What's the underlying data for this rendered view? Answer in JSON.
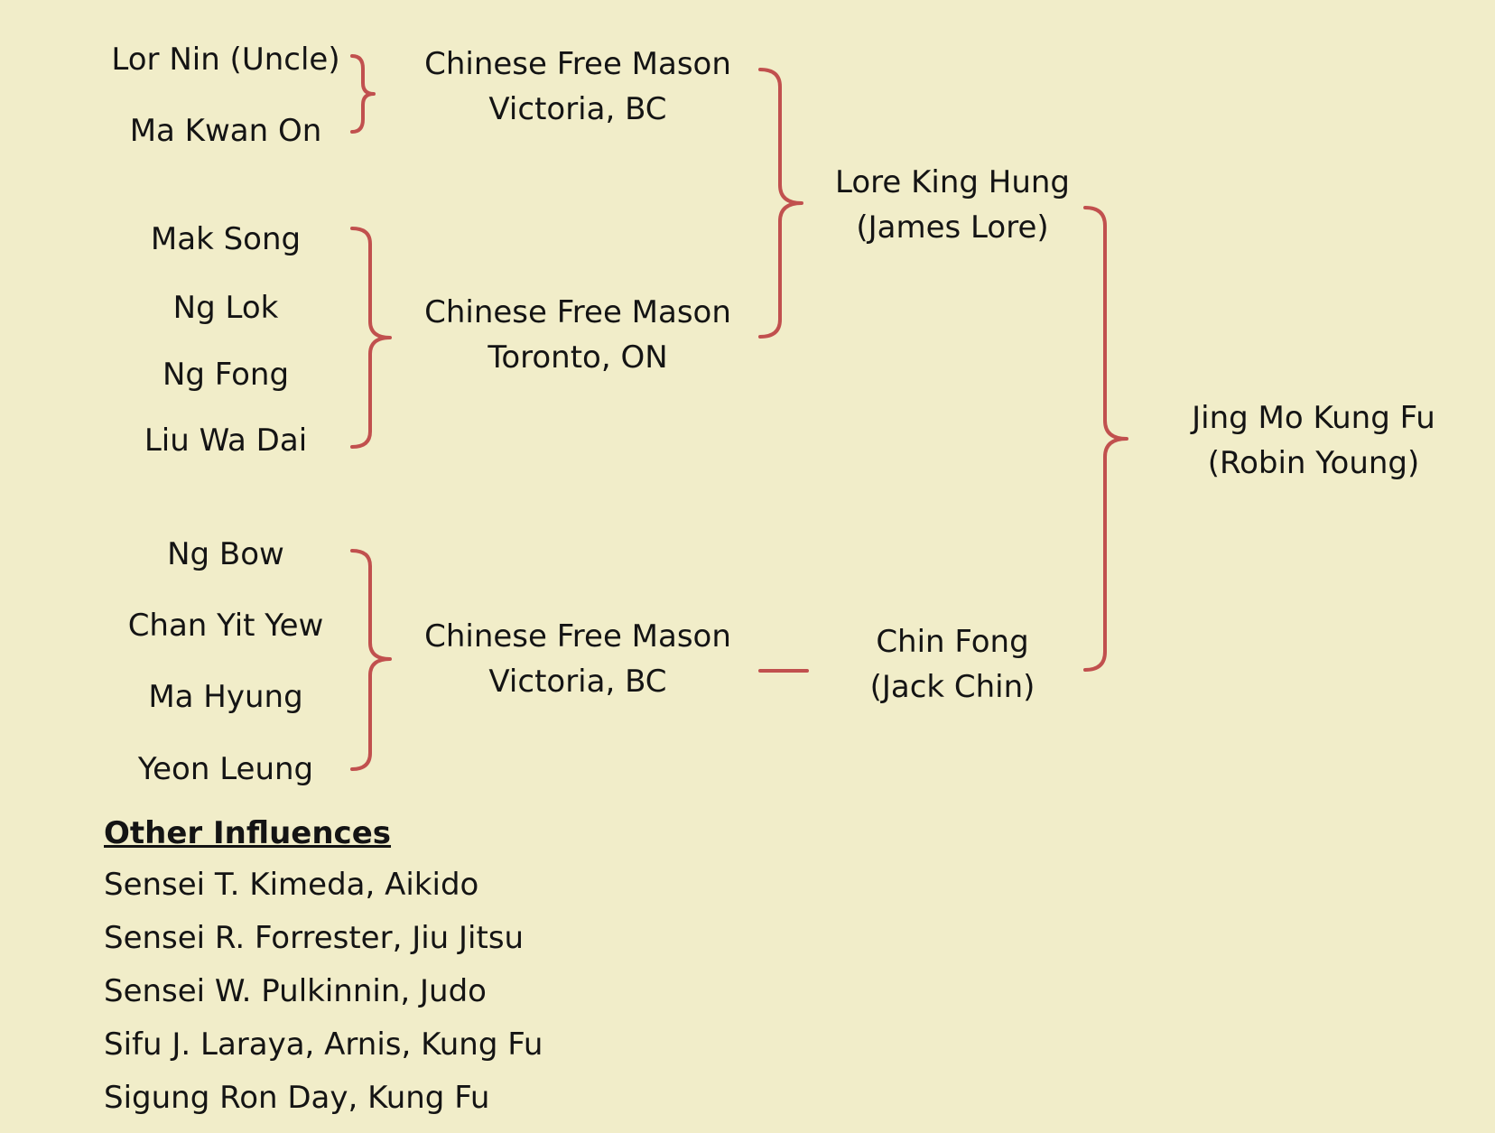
{
  "names": {
    "lor_nin": "Lor Nin (Uncle)",
    "ma_kwan_on": "Ma Kwan On",
    "mak_song": "Mak Song",
    "ng_lok": "Ng Lok",
    "ng_fong": "Ng Fong",
    "liu_wa_dai": "Liu Wa Dai",
    "ng_bow": "Ng Bow",
    "chan_yit_yew": "Chan Yit Yew",
    "ma_hyung": "Ma Hyung",
    "yeon_leung": "Yeon Leung"
  },
  "groups": {
    "victoria_1": {
      "line1": "Chinese Free Mason",
      "line2": "Victoria, BC"
    },
    "toronto": {
      "line1": "Chinese Free Mason",
      "line2": "Toronto, ON"
    },
    "victoria_2": {
      "line1": "Chinese Free Mason",
      "line2": "Victoria, BC"
    }
  },
  "masters": {
    "lore": {
      "line1": "Lore King Hung",
      "line2": "(James Lore)"
    },
    "chin": {
      "line1": "Chin Fong",
      "line2": "(Jack Chin)"
    }
  },
  "school": {
    "line1": "Jing Mo Kung Fu",
    "line2": "(Robin Young)"
  },
  "influences": {
    "title": "Other Influences",
    "items": [
      "Sensei T. Kimeda, Aikido",
      "Sensei R. Forrester, Jiu Jitsu",
      "Sensei W. Pulkinnin, Judo",
      "Sifu J. Laraya, Arnis, Kung Fu",
      "Sigung Ron Day, Kung Fu"
    ]
  },
  "colors": {
    "background": "#f1edc9",
    "bracket": "#c1504e",
    "text": "#141414"
  }
}
